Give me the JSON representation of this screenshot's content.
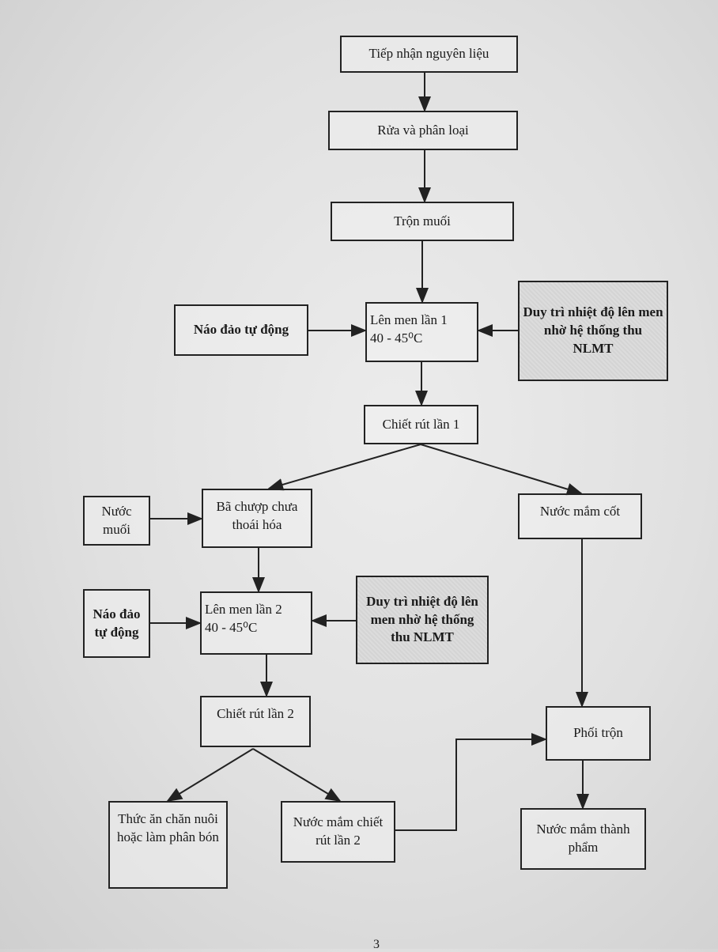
{
  "steps": {
    "receive": "Tiếp nhận nguyên liệu",
    "wash": "Rửa và phân loại",
    "salt": "Trộn muối",
    "stir1": "Náo đảo tự động",
    "ferment1": {
      "title": "Lên men lần 1",
      "temp": "40 - 45⁰C"
    },
    "maintain1": "Duy trì nhiệt độ lên men nhờ hệ thống thu NLMT",
    "extract1": "Chiết rút lần 1",
    "brine": "Nước muối",
    "residue": "Bã chượp chưa thoái hóa",
    "core_sauce": "Nước mắm cốt",
    "stir2": "Náo đảo tự động",
    "ferment2": {
      "title": "Lên men lần 2",
      "temp": "40 - 45⁰C"
    },
    "maintain2": "Duy trì nhiệt độ lên men nhờ hệ thống thu NLMT",
    "extract2": "Chiết rút lần 2",
    "blend": "Phối trộn",
    "feed": "Thức ăn chăn nuôi hoặc làm phân bón",
    "sauce2": "Nước mắm chiết rút lần 2",
    "final": "Nước mắm thành phẩm"
  },
  "page_number": "3"
}
